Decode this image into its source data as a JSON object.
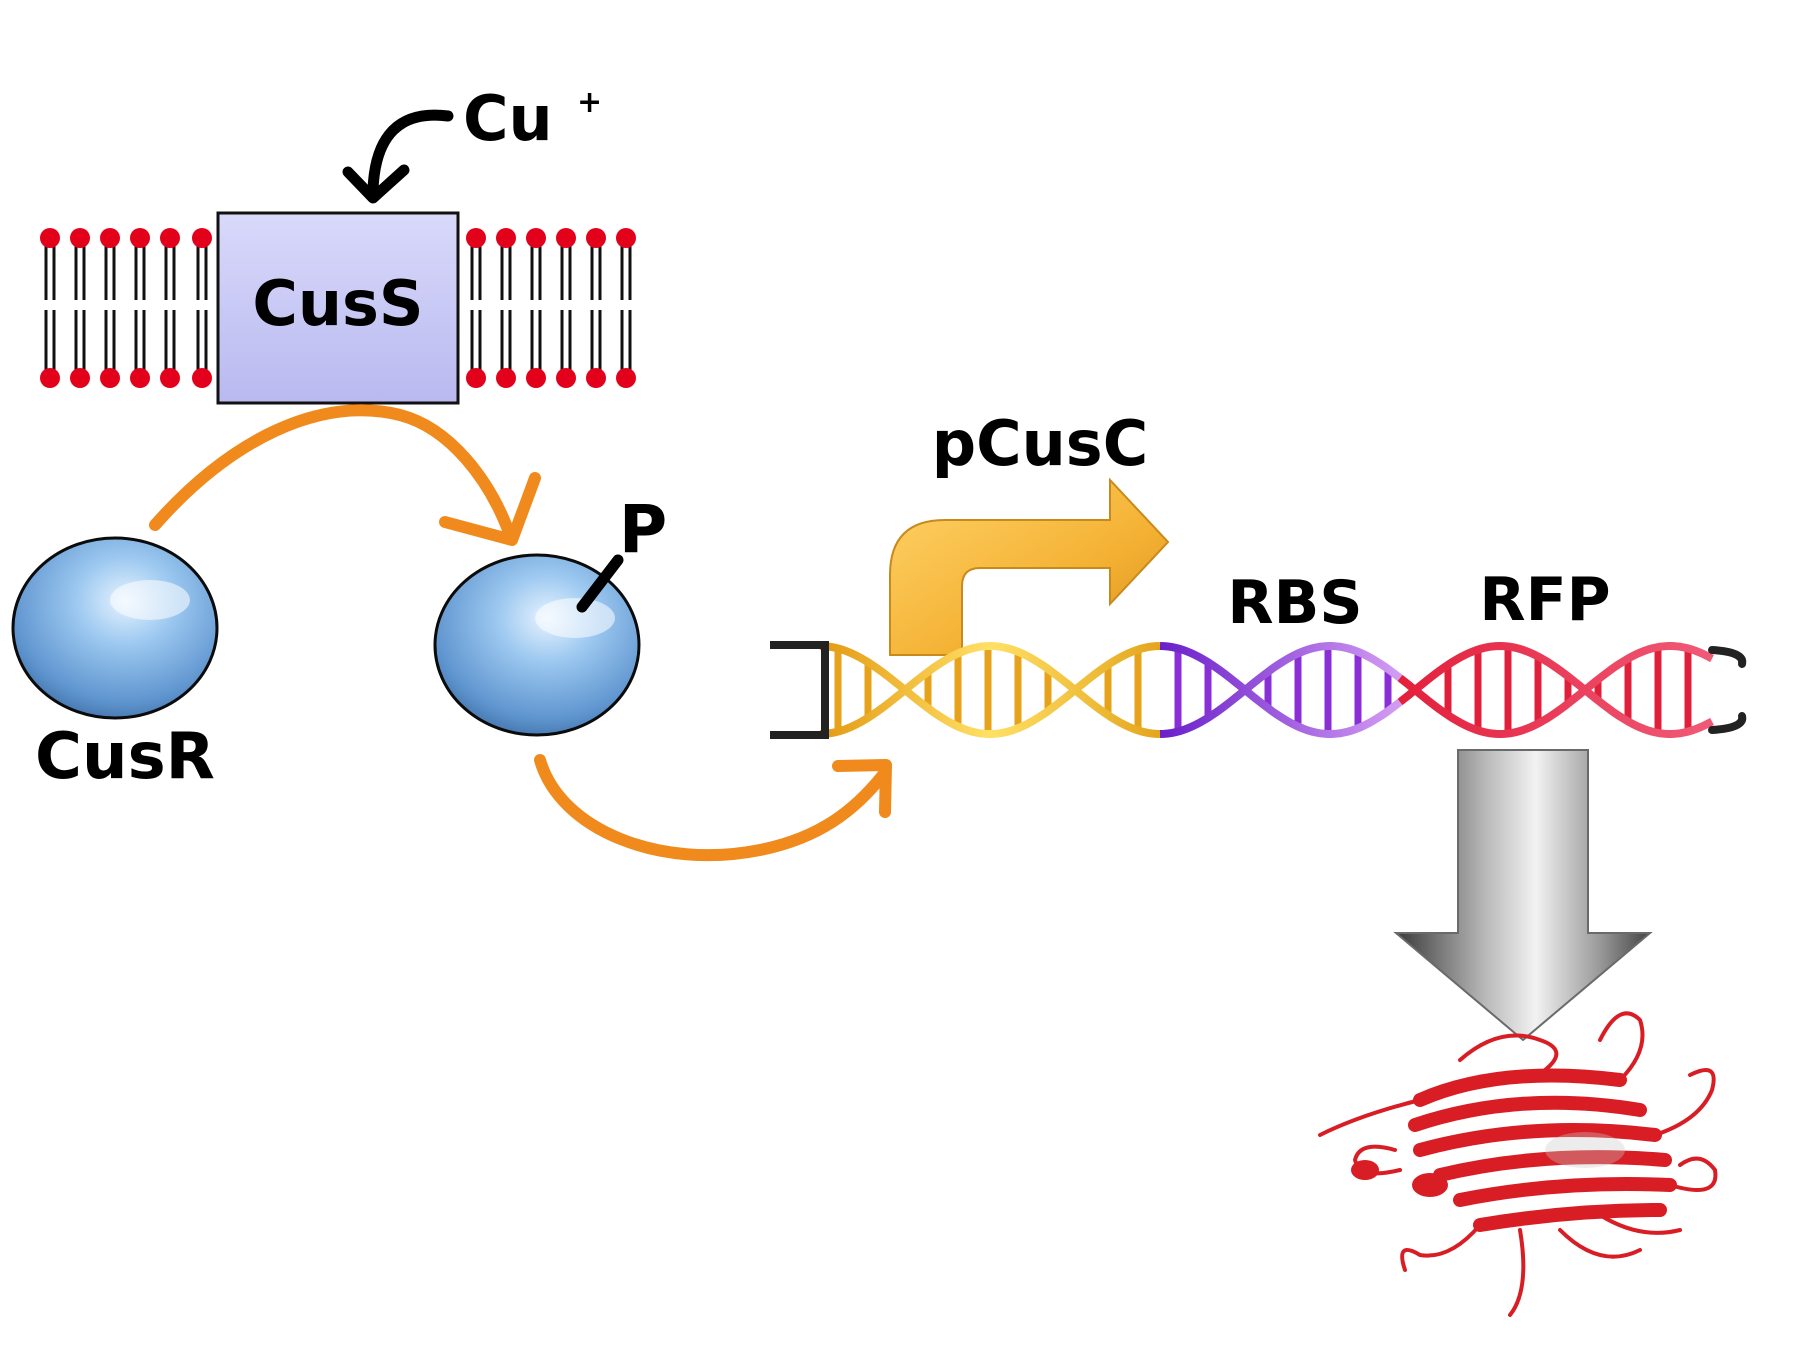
{
  "labels": {
    "cu_ion": "Cu",
    "cu_charge": "+",
    "sensor": "CusS",
    "regulator": "CusR",
    "phosphate": "P",
    "promoter": "pCusC",
    "rbs": "RBS",
    "reporter": "RFP"
  },
  "colors": {
    "lipid_head": "#e3001b",
    "sensor_fill": "#c8c8f5",
    "cusr_body": "#7fb4e6",
    "signal_arrow": "#f08a1c",
    "promoter_arrow": "#f6b33a",
    "dna_promoter_segment": "#e6a21a",
    "dna_rbs_segment": "#8a2fd6",
    "dna_rfp_segment": "#e0203a",
    "expression_arrow": "#808080",
    "rfp_protein": "#d81e24"
  },
  "icons": {
    "membrane": "lipid-bilayer-icon",
    "protein_structure": "rfp-ribbon-structure-icon"
  }
}
